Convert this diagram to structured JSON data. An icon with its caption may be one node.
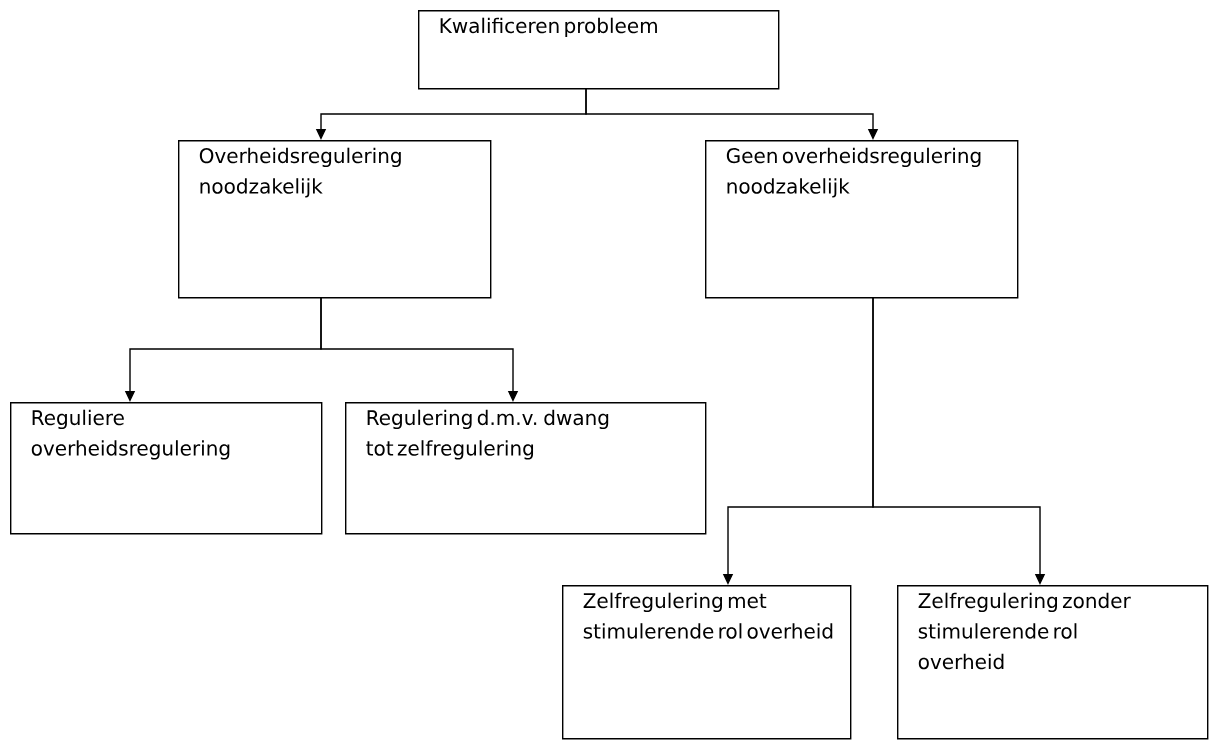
{
  "diagram": {
    "nodes": [
      {
        "text": [
          "Kwalificeren probleem"
        ]
      },
      {
        "text": [
          "Overheidsregulering noodzakelijk"
        ]
      },
      {
        "text": [
          "Geen overheidsregulering noodzakelijk"
        ]
      },
      {
        "text": [
          "Reguliere overheidsregulering"
        ]
      },
      {
        "text": [
          "Regulering d.m.v. dwang tot zelfregulering"
        ]
      },
      {
        "text": [
          "Zelfregulering met stimulerende rol overheid"
        ]
      },
      {
        "text": [
          "Zelfregulering zonder stimulerende rol overheid"
        ]
      }
    ],
    "edges": [
      {
        "from": 0,
        "to": 1,
        "arrow": "to"
      },
      {
        "from": 0,
        "to": 2,
        "arrow": "to"
      },
      {
        "from": 1,
        "to": 3,
        "arrow": "to"
      },
      {
        "from": 1,
        "to": 4,
        "arrow": "to"
      },
      {
        "from": 2,
        "to": 5,
        "arrow": "to"
      },
      {
        "from": 2,
        "to": 6,
        "arrow": "to"
      }
    ]
  }
}
